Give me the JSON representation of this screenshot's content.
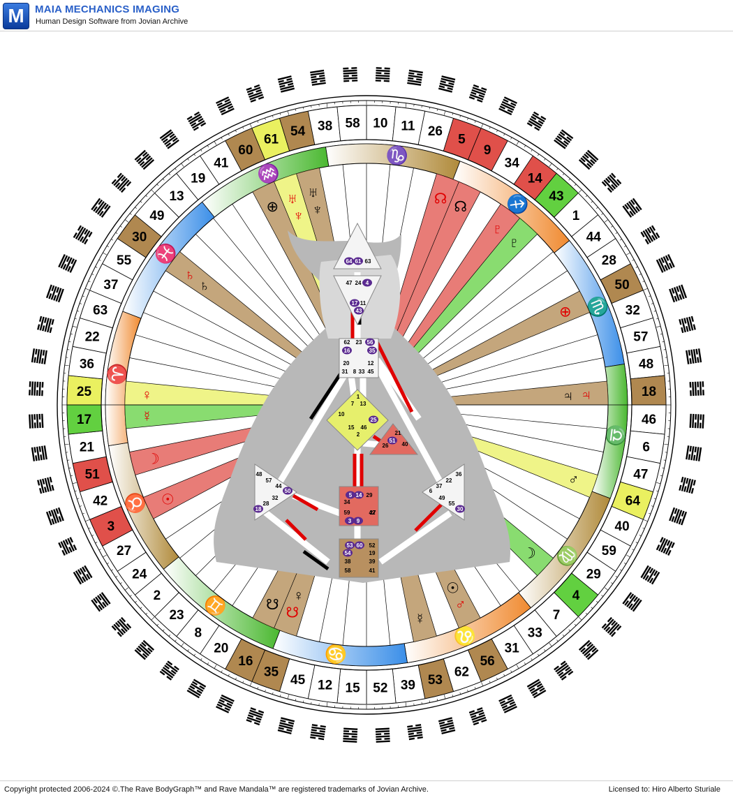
{
  "header": {
    "logo_letter": "M",
    "title": "MAIA MECHANICS IMAGING",
    "subtitle": "Human Design Software from Jovian Archive"
  },
  "footer": {
    "copyright": "Copyright protected 2006-2024 ©.The Rave BodyGraph™ and Rave Mandala™ are registered trademarks of Jovian Archive.",
    "license": "Licensed to: Hiro Alberto Sturiale"
  },
  "mandala": {
    "gates": [
      "10",
      "11",
      "26",
      "5",
      "9",
      "34",
      "14",
      "43",
      "1",
      "44",
      "28",
      "50",
      "32",
      "57",
      "48",
      "18",
      "46",
      "6",
      "47",
      "64",
      "40",
      "59",
      "29",
      "4",
      "7",
      "33",
      "31",
      "56",
      "62",
      "53",
      "39",
      "52",
      "15",
      "12",
      "45",
      "35",
      "16",
      "20",
      "8",
      "23",
      "2",
      "24",
      "27",
      "3",
      "42",
      "51",
      "21",
      "17",
      "25",
      "36",
      "22",
      "63",
      "37",
      "55",
      "30",
      "49",
      "13",
      "19",
      "41",
      "60",
      "61",
      "54",
      "38",
      "58"
    ],
    "gate_colors": {
      "5": "#e0504a",
      "9": "#e0504a",
      "14": "#e0504a",
      "43": "#62d040",
      "50": "#b08850",
      "18": "#b08850",
      "64": "#eaf060",
      "4": "#62d040",
      "56": "#b08850",
      "53": "#b08850",
      "35": "#b08850",
      "16": "#b08850",
      "3": "#e0504a",
      "51": "#e0504a",
      "17": "#62d040",
      "25": "#eaf060",
      "30": "#b08850",
      "60": "#b08850",
      "61": "#eaf060",
      "54": "#b08850"
    },
    "zodiac": [
      {
        "sign": "♑",
        "color": "#b08a3a"
      },
      {
        "sign": "♐",
        "color": "#f08a30"
      },
      {
        "sign": "♏",
        "color": "#3a8ee8"
      },
      {
        "sign": "♎",
        "color": "#4ab830"
      },
      {
        "sign": "♍",
        "color": "#b08a3a"
      },
      {
        "sign": "♌",
        "color": "#f08a30"
      },
      {
        "sign": "♋",
        "color": "#3a8ee8"
      },
      {
        "sign": "♊",
        "color": "#4ab830"
      },
      {
        "sign": "♉",
        "color": "#b08a3a"
      },
      {
        "sign": "♈",
        "color": "#f08a30"
      },
      {
        "sign": "♓",
        "color": "#3a8ee8"
      },
      {
        "sign": "♒",
        "color": "#4ab830"
      }
    ],
    "planets": [
      {
        "g": "5",
        "sym": "☊",
        "c": "#e00000"
      },
      {
        "g": "9",
        "sym": "☊",
        "c": "#000"
      },
      {
        "g": "14",
        "sym": "♇",
        "c": "#e00000"
      },
      {
        "g": "43",
        "sym": "♇",
        "c": "#000"
      },
      {
        "g": "50",
        "sym": "⊕",
        "c": "#e00000"
      },
      {
        "g": "18",
        "sym": "♃",
        "c": "#e00000"
      },
      {
        "g": "18",
        "sym": "♃",
        "c": "#000"
      },
      {
        "g": "64",
        "sym": "♂",
        "c": "#000"
      },
      {
        "g": "4",
        "sym": "☽",
        "c": "#000"
      },
      {
        "g": "56",
        "sym": "♂",
        "c": "#e00000"
      },
      {
        "g": "56",
        "sym": "☉",
        "c": "#000"
      },
      {
        "g": "53",
        "sym": "☿",
        "c": "#000"
      },
      {
        "g": "35",
        "sym": "☋",
        "c": "#e00000"
      },
      {
        "g": "35",
        "sym": "♀",
        "c": "#000"
      },
      {
        "g": "16",
        "sym": "☋",
        "c": "#000"
      },
      {
        "g": "3",
        "sym": "☉",
        "c": "#e00000"
      },
      {
        "g": "51",
        "sym": "☽",
        "c": "#e00000"
      },
      {
        "g": "17",
        "sym": "☿",
        "c": "#e00000"
      },
      {
        "g": "25",
        "sym": "♀",
        "c": "#e00000"
      },
      {
        "g": "30",
        "sym": "♄",
        "c": "#e00000"
      },
      {
        "g": "30",
        "sym": "♄",
        "c": "#000"
      },
      {
        "g": "60",
        "sym": "⊕",
        "c": "#000"
      },
      {
        "g": "61",
        "sym": "♅",
        "c": "#e00000"
      },
      {
        "g": "61",
        "sym": "♆",
        "c": "#e00000"
      },
      {
        "g": "54",
        "sym": "♅",
        "c": "#000"
      },
      {
        "g": "54",
        "sym": "♆",
        "c": "#000"
      }
    ]
  },
  "bodygraph": {
    "head": {
      "gates": [
        "64",
        "61",
        "63"
      ],
      "active": [
        "64",
        "61"
      ]
    },
    "ajna": {
      "gates": [
        "47",
        "24",
        "4",
        "17",
        "11",
        "43"
      ],
      "active": [
        "4",
        "17",
        "43"
      ]
    },
    "throat": {
      "gates": [
        "62",
        "23",
        "56",
        "16",
        "35",
        "20",
        "12",
        "31",
        "8",
        "33",
        "45"
      ],
      "active": [
        "56",
        "16",
        "35"
      ]
    },
    "g_center": {
      "gates": [
        "1",
        "7",
        "13",
        "10",
        "25",
        "15",
        "46",
        "2"
      ],
      "active": [
        "25"
      ]
    },
    "heart": {
      "gates": [
        "21",
        "51",
        "26",
        "40"
      ],
      "active": [
        "51"
      ]
    },
    "spleen": {
      "gates": [
        "48",
        "57",
        "44",
        "50",
        "32",
        "28",
        "18"
      ],
      "active": [
        "50",
        "18"
      ]
    },
    "sacral": {
      "gates": [
        "5",
        "14",
        "29",
        "34",
        "27",
        "59",
        "42",
        "3",
        "9"
      ],
      "active": [
        "5",
        "14",
        "3",
        "9"
      ]
    },
    "solar_plexus": {
      "gates": [
        "36",
        "22",
        "37",
        "6",
        "49",
        "55",
        "30"
      ],
      "active": [
        "30"
      ]
    },
    "root": {
      "gates": [
        "53",
        "60",
        "52",
        "54",
        "19",
        "38",
        "39",
        "58",
        "41"
      ],
      "active": [
        "53",
        "60",
        "54"
      ]
    }
  }
}
